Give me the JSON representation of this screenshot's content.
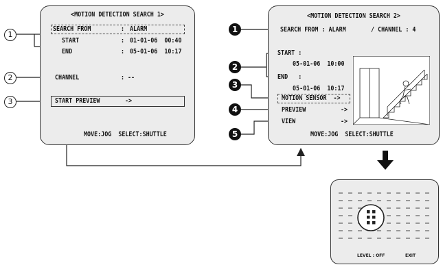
{
  "screen1": {
    "title": "<MOTION DETECTION SEARCH 1>",
    "search_from_label": "SEARCH FROM",
    "search_from_sep": ":",
    "search_from_value": "ALARM",
    "start_label": "START",
    "start_sep": ":",
    "start_value": "01-01-06  00:40",
    "end_label": "END",
    "end_sep": ":",
    "end_value": "05-01-06  10:17",
    "channel_label": "CHANNEL",
    "channel_sep": ":",
    "channel_value": "--",
    "preview_label": "START PREVIEW",
    "preview_arrow": "->",
    "footer": "MOVE:JOG  SELECT:SHUTTLE"
  },
  "screen2": {
    "title": "<MOTION DETECTION SEARCH 2>",
    "search_from": "SEARCH FROM : ALARM",
    "channel": "/ CHANNEL : 4",
    "start_label": "START :",
    "start_value": "05-01-06  10:00",
    "end_label": "END   :",
    "end_value": "05-01-06  10:17",
    "motion_sensor": "MOTION SENSOR  ->",
    "preview": "PREVIEW",
    "preview_arrow": "->",
    "view": "VIEW",
    "view_arrow": "->",
    "footer": "MOVE:JOG  SELECT:SHUTTLE"
  },
  "screen3": {
    "level": "LEVEL : OFF",
    "exit": "EXIT"
  },
  "callouts_left": [
    "1",
    "2",
    "3"
  ],
  "callouts_right": [
    "1",
    "2",
    "3",
    "4",
    "5"
  ]
}
